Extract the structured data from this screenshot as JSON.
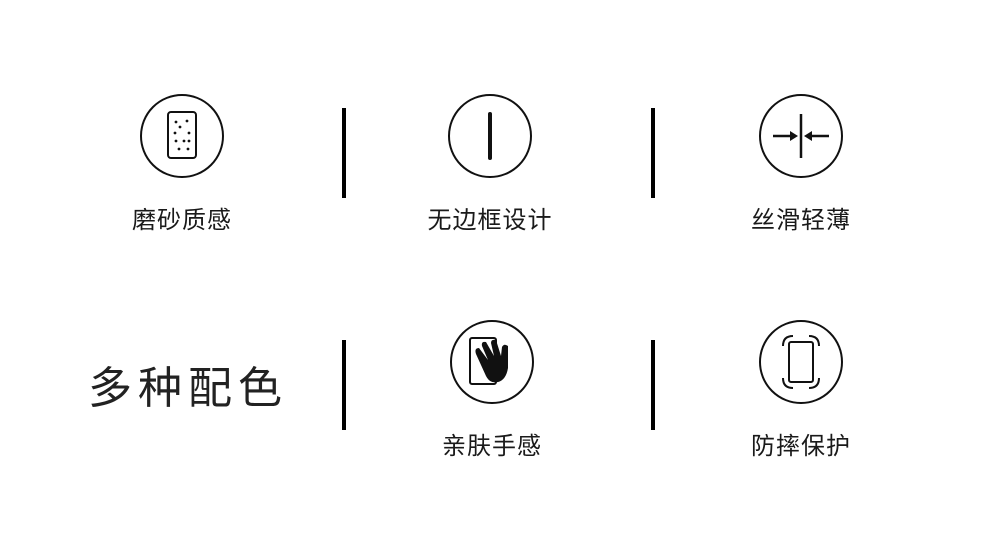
{
  "features": [
    {
      "label": "磨砂质感",
      "icon": "frosted-phone-icon"
    },
    {
      "label": "无边框设计",
      "icon": "bezel-line-icon"
    },
    {
      "label": "丝滑轻薄",
      "icon": "thin-arrows-icon"
    },
    {
      "label": "亲肤手感",
      "icon": "hand-touch-icon"
    },
    {
      "label": "防摔保护",
      "icon": "drop-protection-icon"
    }
  ],
  "colors_heading": "多种配色",
  "colors": {
    "stroke": "#111111",
    "text": "#1a1a1a",
    "background": "#ffffff"
  }
}
